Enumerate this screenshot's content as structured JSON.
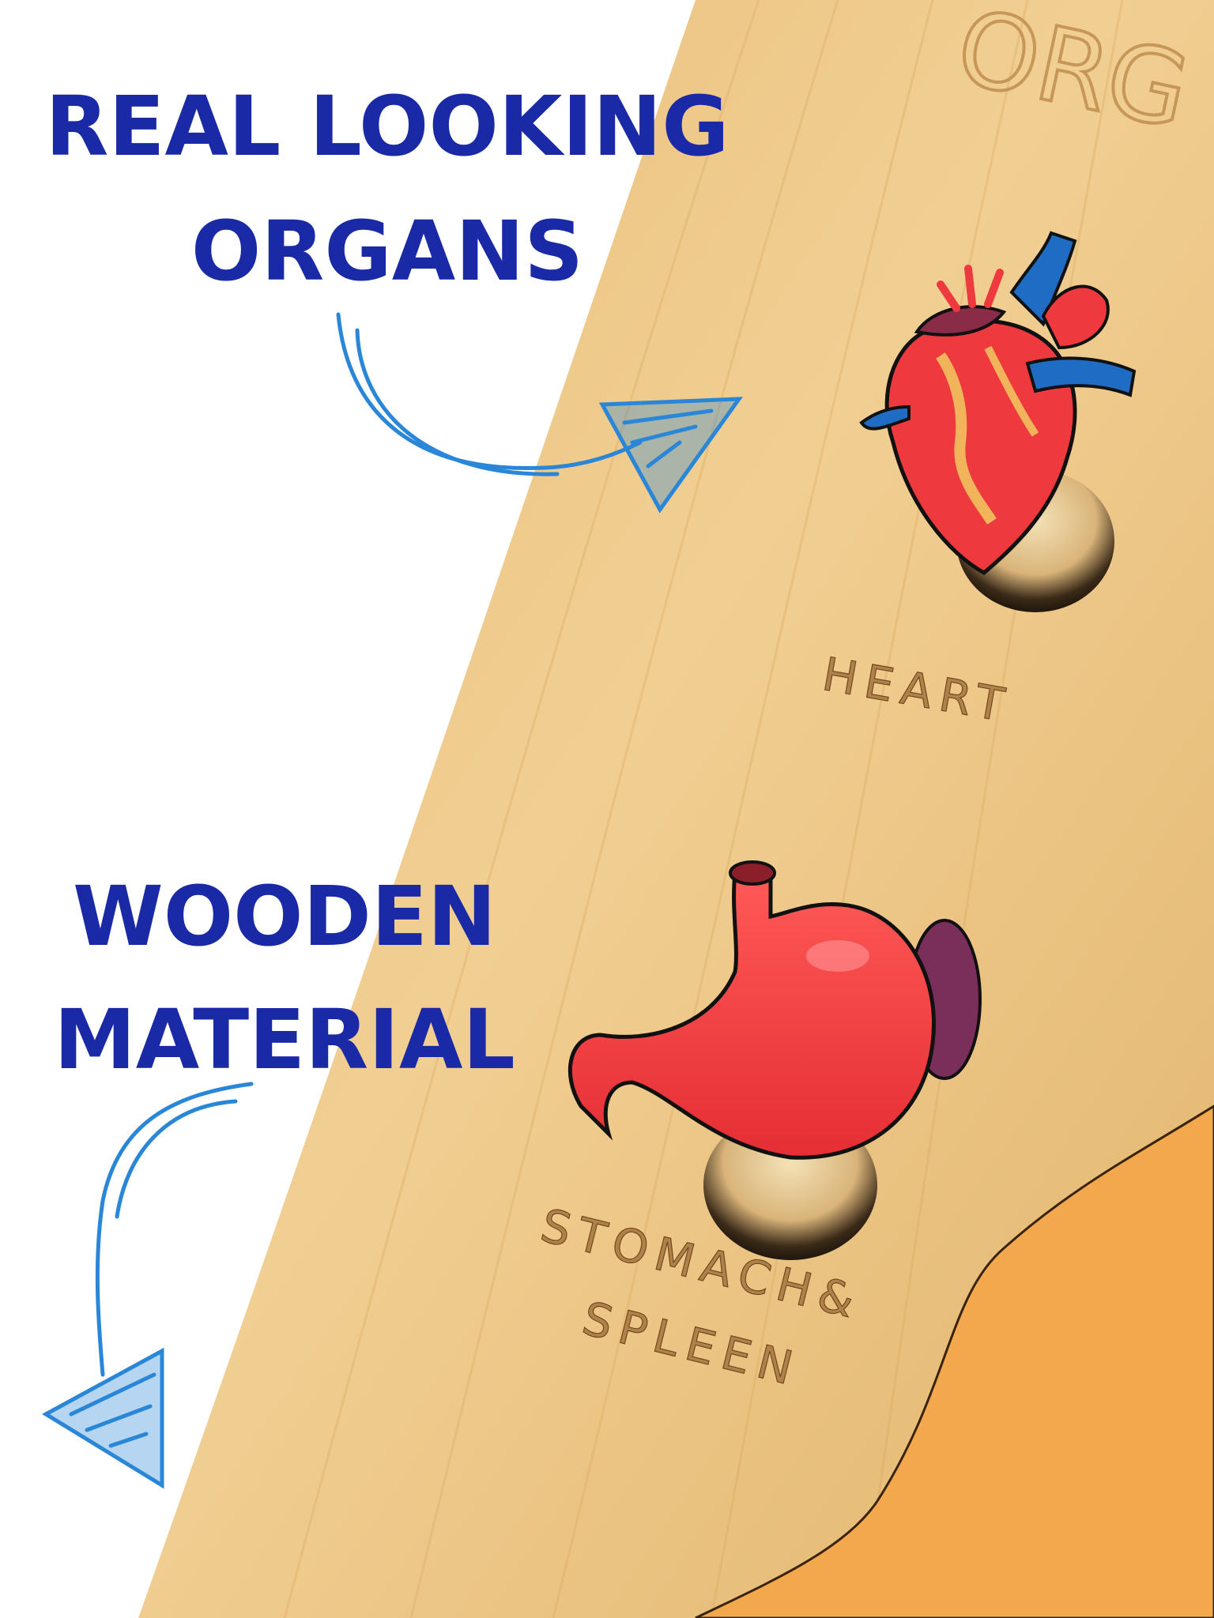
{
  "headlines": {
    "organs_line1": "REAL LOOKING",
    "organs_line2": "ORGANS",
    "material_line1": "WOODEN",
    "material_line2": "MATERIAL"
  },
  "board_labels": {
    "heart": "HEART",
    "stomach_line1": "STOMACH&",
    "stomach_line2": "SPLEEN",
    "board_title_partial": "ORG"
  },
  "colors": {
    "headline_text": "#1a2aa6",
    "arrow": "#2a86d6",
    "wood_light": "#f0cc8e",
    "wood_dark": "#d9a85c",
    "body_silhouette": "#f2a84a",
    "organ_red": "#ee3a3f",
    "vessel_blue": "#1f6cc4",
    "spleen_purple": "#7a2f5a"
  },
  "icons": [
    "heart-icon",
    "stomach-icon",
    "spleen-icon",
    "arrow-icon"
  ]
}
